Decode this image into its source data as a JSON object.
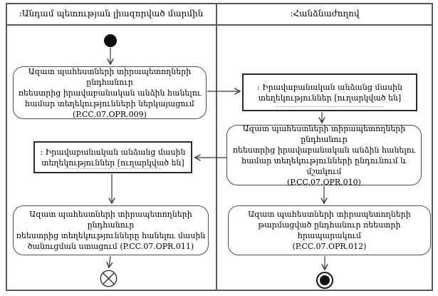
{
  "colors": {
    "lane_border": "#595959",
    "action_border": "#4f4f4f",
    "object_border": "#2b2b2b",
    "text": "#000000",
    "background": "#ffffff"
  },
  "lanes": {
    "left": {
      "title": ":Անդամ պետության լիազորված մարմին"
    },
    "right": {
      "title": ":Հանձնաժողով"
    }
  },
  "nodes": {
    "action_opr009": {
      "label": "Ազատ պահեստների տիրապետողների ընդհանուր\nռեեստրից իրավաբանական անձին հանելու\nհամար տեղեկությունների ներկայացում\n(P.CC.07.OPR.009)"
    },
    "object_info_to_commission": {
      "label": ": Իրավաբանական անձանց մասին\nտեղեկություններ [ուղարկված են]"
    },
    "action_opr010": {
      "label": "Ազատ պահեստների տիրապետողների ընդհանուր\nռեեստրից իրավաբանական անձին հանելու\nհամար տեղեկությունների ընդունում և մշակում\n(P.CC.07.OPR.010)"
    },
    "object_info_to_member_state": {
      "label": ": Իրավաբանական անձանց մասին\nտեղեկություններ [ուղարկված են]"
    },
    "action_opr011": {
      "label": "Ազատ պահեստների տիրապետողների ընդհանուր\nռեեստրից տեղեկությունները հանելու մասին\nծանուցման ստացում (P.CC.07.OPR.011)"
    },
    "action_opr012": {
      "label": "Ազատ պահեստների տիրապետողների\nթարմացված ընդհանուր ռեեստրի հրապարակում\n(P.CC.07.OPR.012)"
    }
  },
  "icons": {
    "initial_node": "filled-circle",
    "flow_final": "circle-with-x",
    "activity_final": "bullseye"
  }
}
